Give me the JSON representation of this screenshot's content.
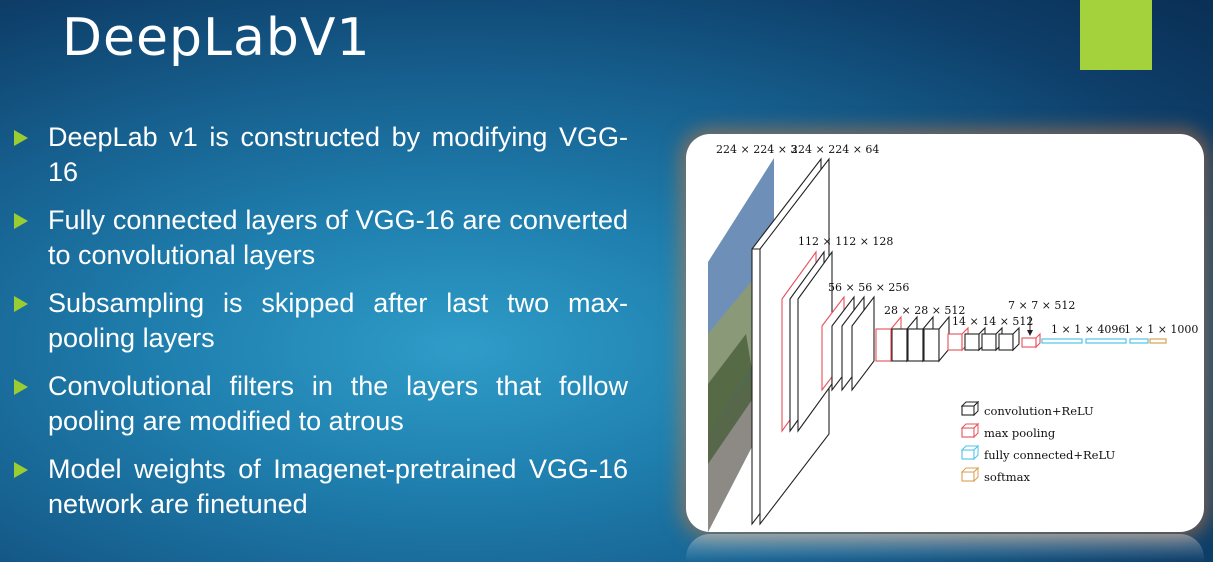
{
  "slide": {
    "title": "DeepLabV1",
    "accent_color": "#a4d23c"
  },
  "bullets": [
    "DeepLab v1 is constructed by modifying VGG-16",
    "Fully connected layers of VGG-16 are converted to convolutional layers",
    "Subsampling is skipped after last two max-pooling layers",
    "Convolutional filters in the layers that follow pooling are modified to atrous",
    "Model weights of Imagenet-pretrained VGG-16 network are finetuned"
  ],
  "bullet_icon": "triangle-right-icon",
  "bullet_color": "#9acd32",
  "figure": {
    "layer_labels": {
      "input": "224 × 224 × 3",
      "conv1": "224 × 224 × 64",
      "conv2": "112 × 112 × 128",
      "conv3": "56 × 56 × 256",
      "conv4": "28 × 28 × 512",
      "conv5": "14 × 14 × 512",
      "pool5": "7 × 7 × 512",
      "fc": "1 × 1 × 4096",
      "softmax": "1 × 1 × 1000"
    },
    "legend": [
      {
        "label": "convolution+ReLU",
        "color": "#222222"
      },
      {
        "label": "max pooling",
        "color": "#e8505a"
      },
      {
        "label": "fully connected+ReLU",
        "color": "#4fc3e8"
      },
      {
        "label": "softmax",
        "color": "#d9a050"
      }
    ]
  }
}
